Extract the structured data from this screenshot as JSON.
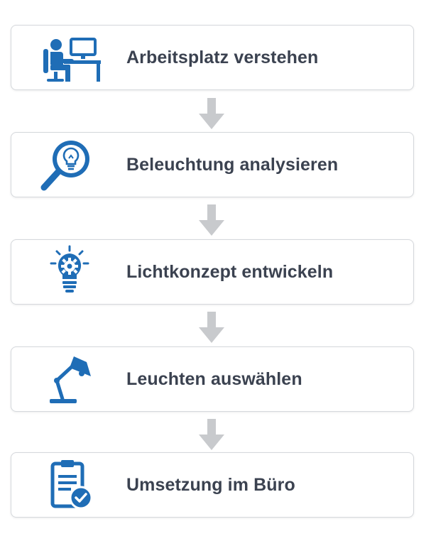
{
  "accent_color": "#1f6db6",
  "arrow_color": "#c8cacd",
  "steps": [
    {
      "label": "Arbeitsplatz verstehen",
      "icon": "person-at-desk-icon"
    },
    {
      "label": "Beleuchtung analysieren",
      "icon": "magnifier-bulb-icon"
    },
    {
      "label": "Lichtkonzept entwickeln",
      "icon": "bulb-gear-icon"
    },
    {
      "label": "Leuchten auswählen",
      "icon": "desk-lamp-icon"
    },
    {
      "label": "Umsetzung im Büro",
      "icon": "clipboard-check-icon"
    }
  ]
}
